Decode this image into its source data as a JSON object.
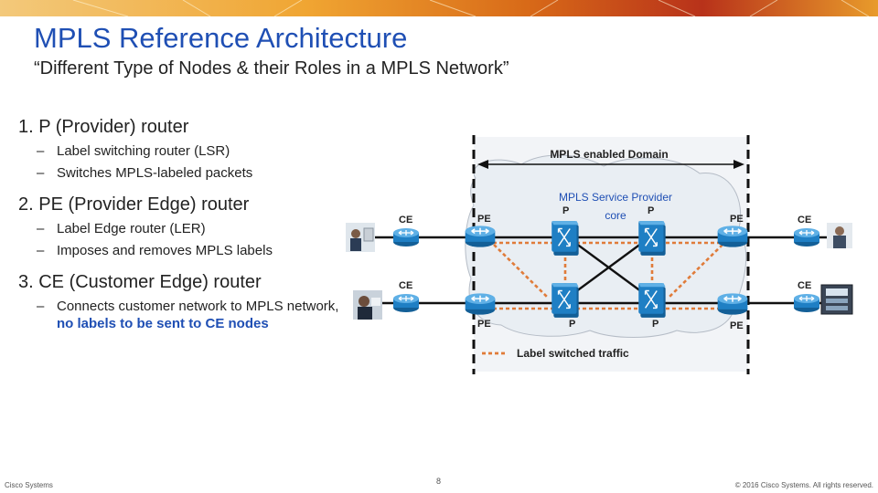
{
  "slide": {
    "title": "MPLS Reference Architecture",
    "subtitle": "“Different Type of Nodes & their Roles in a MPLS Network”",
    "sections": [
      {
        "heading": "1. P (Provider) router",
        "items": [
          "Label switching router (LSR)",
          "Switches MPLS-labeled packets"
        ]
      },
      {
        "heading": "2. PE (Provider Edge) router",
        "items": [
          "Label Edge router (LER)",
          "Imposes and removes MPLS labels"
        ]
      },
      {
        "heading": "3. CE (Customer Edge) router",
        "item_prefix": "Connects customer network to MPLS network, ",
        "item_highlight": "no labels to be sent to CE nodes"
      }
    ]
  },
  "diagram": {
    "domain_label": "MPLS enabled Domain",
    "core_label_line1": "MPLS Service Provider",
    "core_label_line2": "core",
    "legend_label": "Label switched traffic",
    "node_labels": {
      "ce": "CE",
      "pe": "PE",
      "p": "P"
    },
    "colors": {
      "router_blue": "#1f7fc4",
      "traffic_orange": "#e07b39",
      "title_blue": "#1f4fb4",
      "cloud_fill": "#e9eef3"
    }
  },
  "footer": {
    "left": "Cisco Systems",
    "page": "8",
    "right": "© 2016 Cisco Systems. All rights reserved."
  }
}
